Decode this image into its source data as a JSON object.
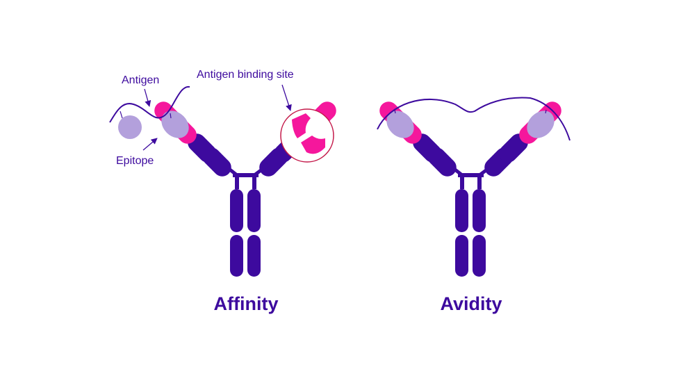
{
  "labels": {
    "antigen": "Antigen",
    "binding_site": "Antigen binding site",
    "epitope": "Epitope",
    "affinity": "Affinity",
    "avidity": "Avidity"
  },
  "colors": {
    "heavy_chain": "#3d0a9e",
    "variable_region": "#f5179c",
    "antigen": "#b3a0dc",
    "highlight_ring": "#c41a4a",
    "background": "#ffffff"
  },
  "icons": {
    "pointer": "arrow-icon"
  }
}
